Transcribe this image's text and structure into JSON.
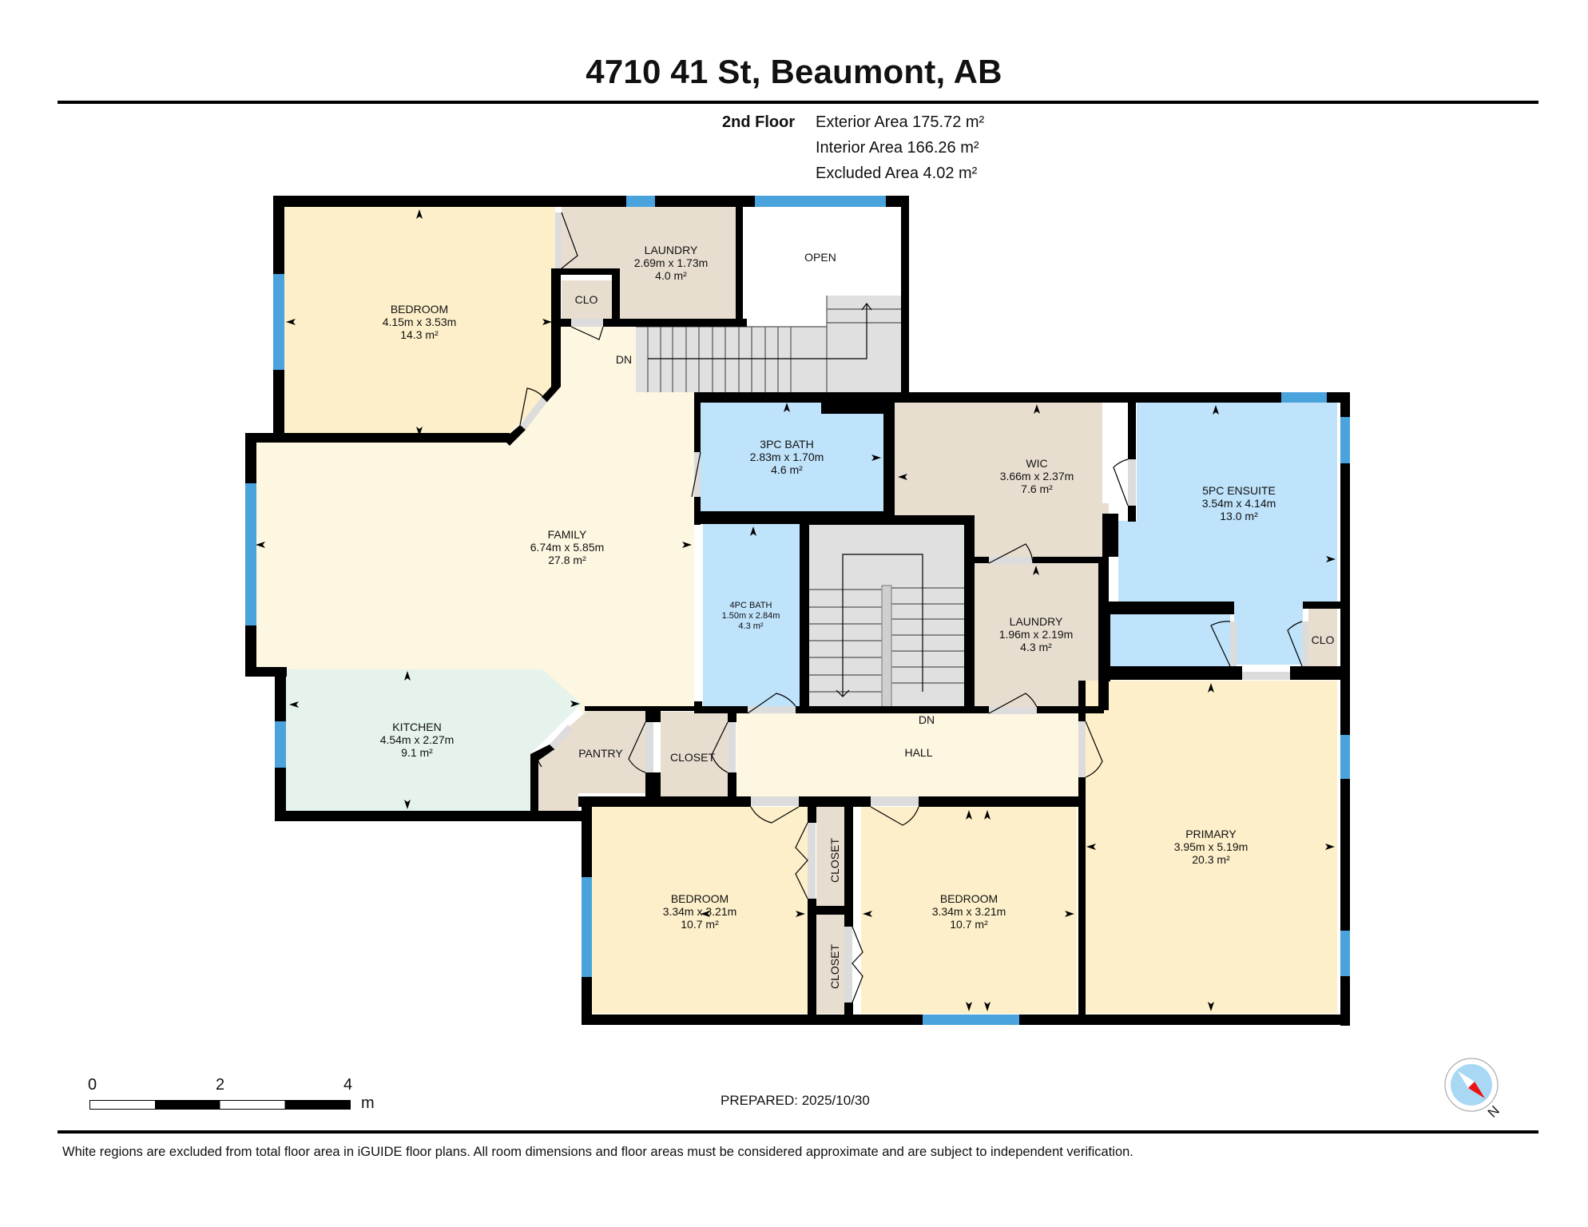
{
  "header": {
    "title": "4710 41 St, Beaumont, AB",
    "floor_label": "2nd Floor",
    "exterior_area": "Exterior Area 175.72 m²",
    "interior_area": "Interior Area 166.26 m²",
    "excluded_area": "Excluded Area 4.02 m²"
  },
  "colors": {
    "wall": "#000000",
    "window": "#4aa3dc",
    "door_opening": "#dcdcdc",
    "bedroom": "#fdefc9",
    "family": "#fdf6e1",
    "kitchen": "#e5f3ec",
    "utility": "#e8ded0",
    "bath": "#bfe3fb",
    "stairs": "#e0e0e0",
    "open": "#ffffff",
    "compass_face": "#a9d8f5",
    "compass_needle": "#ee1111"
  },
  "rooms": {
    "bedroom_nw": {
      "name": "BEDROOM",
      "dims": "4.15m x 3.53m",
      "area": "14.3 m²"
    },
    "laundry_upper": {
      "name": "LAUNDRY",
      "dims": "2.69m x 1.73m",
      "area": "4.0 m²"
    },
    "open": {
      "name": "OPEN"
    },
    "clo_upper": {
      "name": "CLO"
    },
    "stairs_upper": {
      "label": "DN"
    },
    "family": {
      "name": "FAMILY",
      "dims": "6.74m x 5.85m",
      "area": "27.8 m²"
    },
    "bath_3pc": {
      "name": "3PC BATH",
      "dims": "2.83m x 1.70m",
      "area": "4.6 m²"
    },
    "wic": {
      "name": "WIC",
      "dims": "3.66m x 2.37m",
      "area": "7.6 m²"
    },
    "ensuite_5pc": {
      "name": "5PC ENSUITE",
      "dims": "3.54m x 4.14m",
      "area": "13.0 m²"
    },
    "bath_4pc": {
      "name": "4PC BATH",
      "dims": "1.50m x 2.84m",
      "area": "4.3 m²"
    },
    "laundry_lower": {
      "name": "LAUNDRY",
      "dims": "1.96m x 2.19m",
      "area": "4.3 m²"
    },
    "clo_ensuite": {
      "name": "CLO"
    },
    "kitchen": {
      "name": "KITCHEN",
      "dims": "4.54m x 2.27m",
      "area": "9.1 m²"
    },
    "pantry": {
      "name": "PANTRY"
    },
    "closet_hall": {
      "name": "CLOSET"
    },
    "stairs_center": {
      "label": "DN"
    },
    "hall": {
      "name": "HALL"
    },
    "primary": {
      "name": "PRIMARY",
      "dims": "3.95m x 5.19m",
      "area": "20.3 m²"
    },
    "bedroom_sw": {
      "name": "BEDROOM",
      "dims": "3.34m x 3.21m",
      "area": "10.7 m²"
    },
    "closet_a": {
      "name": "CLOSET"
    },
    "closet_b": {
      "name": "CLOSET"
    },
    "bedroom_se": {
      "name": "BEDROOM",
      "dims": "3.34m x 3.21m",
      "area": "10.7 m²"
    }
  },
  "scale_bar": {
    "ticks": [
      "0",
      "2",
      "4"
    ],
    "unit": "m"
  },
  "footer": {
    "prepared": "PREPARED: 2025/10/30",
    "disclaimer": "White regions are excluded from total floor area in iGUIDE floor plans. All room dimensions and floor areas must be considered approximate and are subject to independent verification.",
    "compass_label": "N"
  }
}
